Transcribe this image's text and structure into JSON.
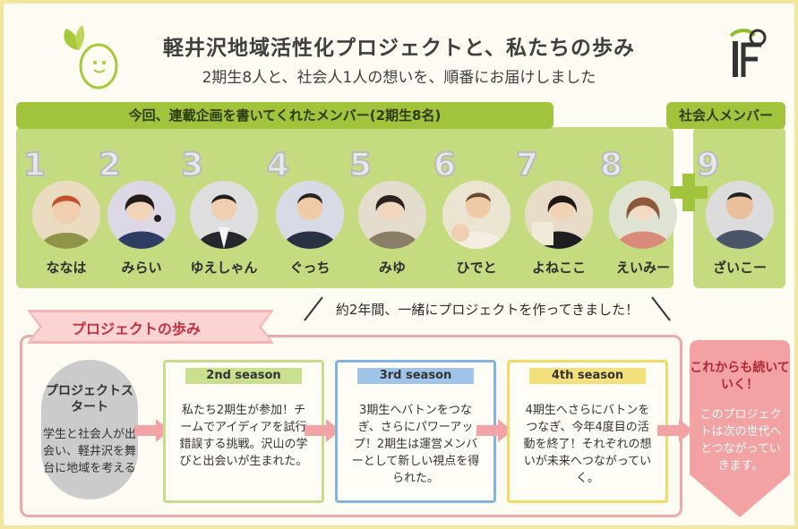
{
  "header": {
    "title": "軽井沢地域活性化プロジェクトと、私たちの歩み",
    "subtitle": "2期生8人と、社会人1人の想いを、順番にお届けしました"
  },
  "members_section": {
    "students_label": "今回、連載企画を書いてくれたメンバー(2期生8名)",
    "adults_label": "社会人メンバー",
    "members": [
      {
        "num": "1",
        "name": "ななは"
      },
      {
        "num": "2",
        "name": "みらい"
      },
      {
        "num": "3",
        "name": "ゆえしゃん"
      },
      {
        "num": "4",
        "name": "ぐっち"
      },
      {
        "num": "5",
        "name": "みゆ"
      },
      {
        "num": "6",
        "name": "ひでと"
      },
      {
        "num": "7",
        "name": "よねここ"
      },
      {
        "num": "8",
        "name": "えいみー"
      },
      {
        "num": "9",
        "name": "ざいこー"
      }
    ]
  },
  "timeline_note": "約2年間、一緒にプロジェクトを作ってきました！",
  "journey": {
    "banner": "プロジェクトの歩み",
    "start_title": "プロジェクトスタート",
    "start_body": "学生と社会人が出会い、軽井沢を舞台に地域を考える",
    "seasons": [
      {
        "label": "2nd season",
        "body": "私たち2期生が参加！チームでアイディアを試行錯誤する挑戦。沢山の学びと出会いが生まれた。"
      },
      {
        "label": "3rd season",
        "body": "3期生へバトンをつなぎ、さらにパワーアップ！2期生は運営メンバーとして新しい視点を得られた。"
      },
      {
        "label": "4th season",
        "body": "4期生へさらにバトンをつなぎ、今年4度目の活動を終了！それぞれの想いが未来へつながっていく。"
      }
    ],
    "future_title": "これからも続いていく！",
    "future_body": "このプロジェクトは次の世代へとつながっていきます。"
  },
  "colors": {
    "green_bar": "#a1c43c",
    "green_panel": "#c4dc7f",
    "pink_frame": "#eda9aa",
    "pink_arrow": "#f2a3a5",
    "season2": "#c9e08f",
    "season3": "#9fc5ea",
    "season4": "#f4e07b"
  }
}
